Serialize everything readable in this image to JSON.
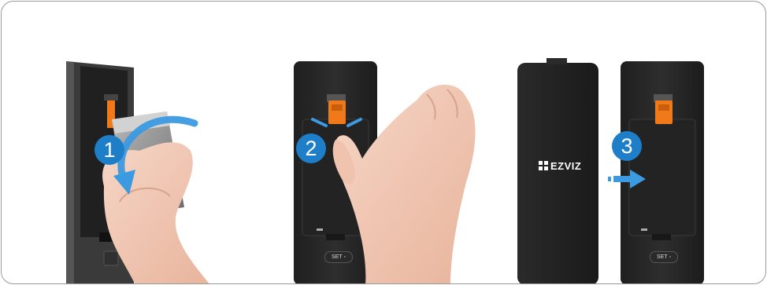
{
  "steps": [
    {
      "number": "1",
      "action": "open-cover"
    },
    {
      "number": "2",
      "action": "press-latch"
    },
    {
      "number": "3",
      "action": "remove-cover"
    }
  ],
  "device": {
    "brand_label": "EZVIZ",
    "set_button_label": "SET ◦"
  },
  "colors": {
    "accent_blue": "#1e7fc8",
    "latch_orange": "#f07a1a",
    "device_body": "#2b2b2b",
    "skin": "#f2c9b4"
  }
}
